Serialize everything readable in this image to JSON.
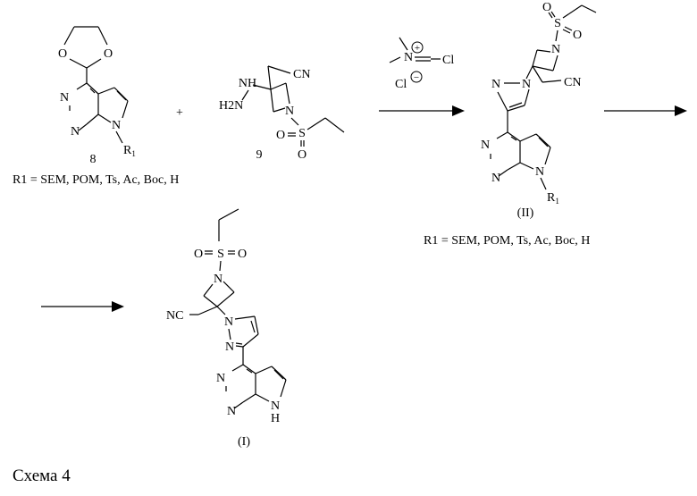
{
  "compound_8": {
    "number": "8",
    "r_group_note": "R1 = SEM, POM, Ts, Ac, Boc, H",
    "atoms": {
      "o": "O",
      "n": "N",
      "r": "R",
      "r_sub": "1"
    }
  },
  "plus_sign": "+",
  "compound_9": {
    "number": "9",
    "atoms": {
      "nh": "NH",
      "h2n": "H2N",
      "n": "N",
      "cn": "CN",
      "s": "S",
      "o": "O"
    }
  },
  "reagent": {
    "atoms": {
      "n": "N",
      "plus": "+",
      "cl": "Cl",
      "cl_ion": "Cl",
      "minus": "−"
    }
  },
  "compound_II": {
    "number": "(II)",
    "r_group_note": "R1 = SEM, POM, Ts, Ac, Boc, H",
    "atoms": {
      "n": "N",
      "s": "S",
      "o": "O",
      "cn": "CN",
      "r": "R",
      "r_sub": "1"
    }
  },
  "compound_I": {
    "number": "(I)",
    "atoms": {
      "n": "N",
      "s": "S",
      "o": "O",
      "nc": "NC",
      "h": "H"
    }
  },
  "scheme_caption": "Схема 4"
}
